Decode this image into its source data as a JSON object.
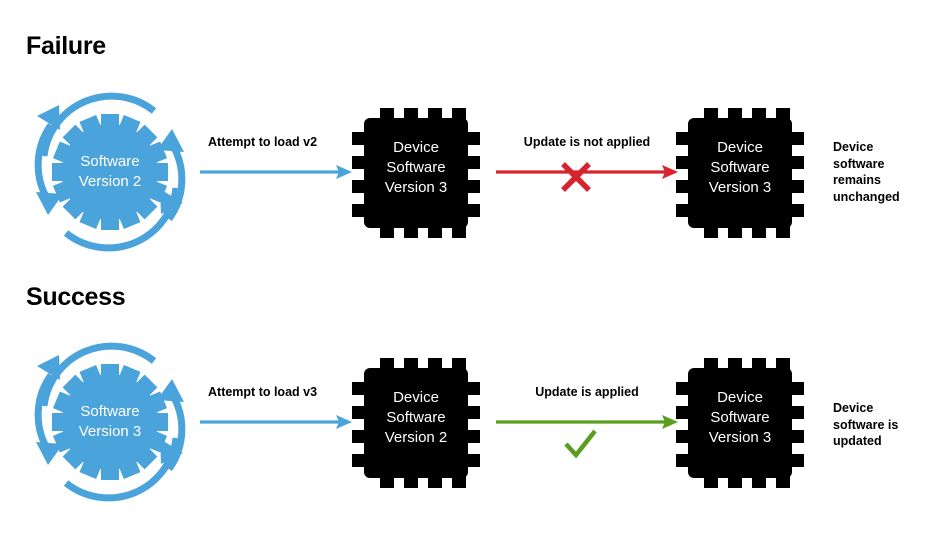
{
  "diagram": {
    "title_failure": "Failure",
    "title_success": "Success"
  },
  "colors": {
    "blue": "#4BA3DC",
    "red": "#D6232E",
    "green": "#5A9E1E",
    "chip_black": "#000000",
    "text_white": "#FFFFFF",
    "text_black": "#000000",
    "background": "#FFFFFF"
  },
  "failure_row": {
    "gear": {
      "line1": "Software",
      "line2": "Version 2",
      "icon": "gear-refresh-icon"
    },
    "load_arrow": {
      "caption": "Attempt to load v2",
      "color": "#4BA3DC",
      "icon": "arrow-right-icon"
    },
    "device_before": {
      "line1": "Device",
      "line2": "Software",
      "line3": "Version 3",
      "icon": "microchip-icon"
    },
    "update_arrow": {
      "caption": "Update is not applied",
      "color": "#D6232E",
      "icon": "arrow-right-icon"
    },
    "status_mark": {
      "icon": "cross-x-icon",
      "color": "#D6232E"
    },
    "device_after": {
      "line1": "Device",
      "line2": "Software",
      "line3": "Version 3",
      "icon": "microchip-icon"
    },
    "note": "Device software remains unchanged"
  },
  "success_row": {
    "gear": {
      "line1": "Software",
      "line2": "Version 3",
      "icon": "gear-refresh-icon"
    },
    "load_arrow": {
      "caption": "Attempt to load v3",
      "color": "#4BA3DC",
      "icon": "arrow-right-icon"
    },
    "device_before": {
      "line1": "Device",
      "line2": "Software",
      "line3": "Version 2",
      "icon": "microchip-icon"
    },
    "update_arrow": {
      "caption": "Update is applied",
      "color": "#5A9E1E",
      "icon": "arrow-right-icon"
    },
    "status_mark": {
      "icon": "check-mark-icon",
      "color": "#5A9E1E"
    },
    "device_after": {
      "line1": "Device",
      "line2": "Software",
      "line3": "Version 3",
      "icon": "microchip-icon"
    },
    "note": "Device software is updated"
  }
}
